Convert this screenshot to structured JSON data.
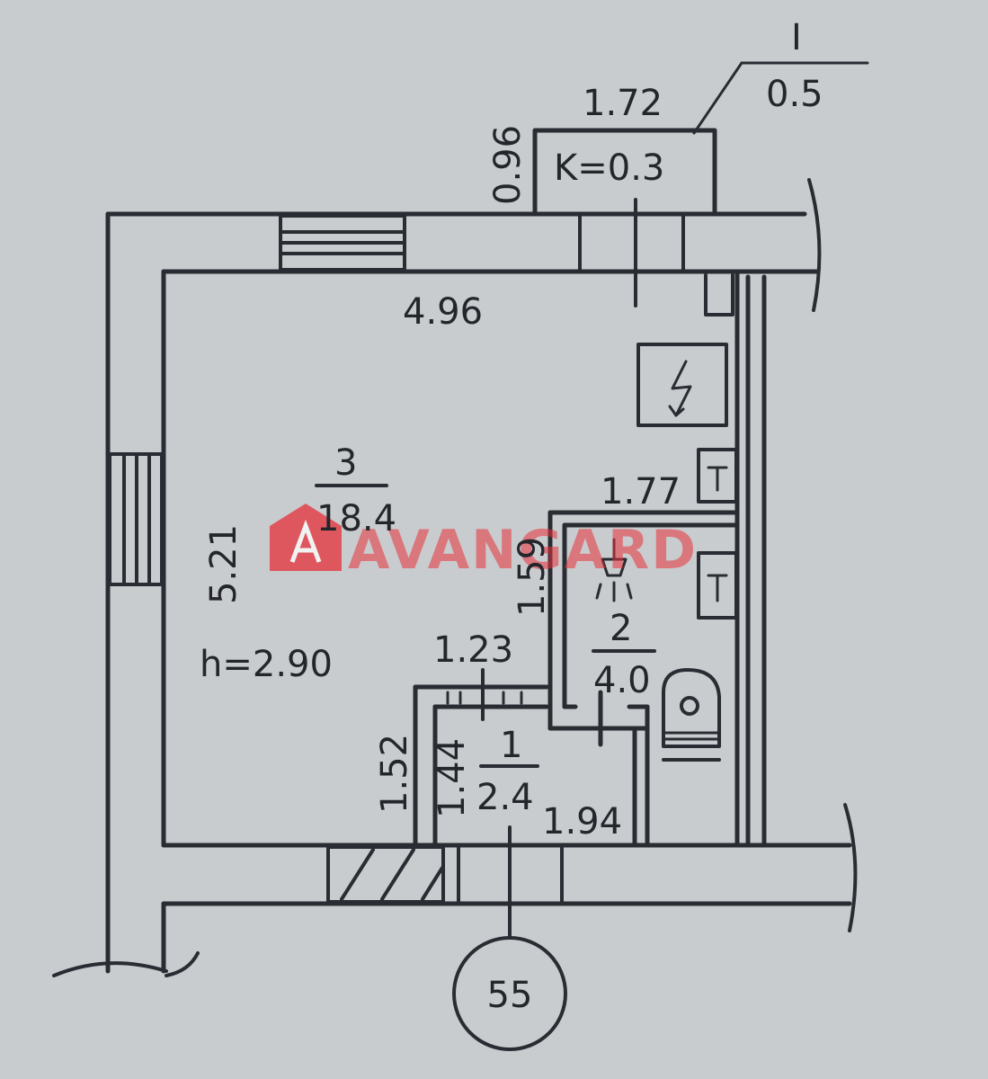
{
  "colors": {
    "paper": "#c9ccce",
    "ink": "#2a2c33",
    "watermark": "#e6313a"
  },
  "balcony": {
    "width_label": "1.72",
    "depth_label": "0.96",
    "coefficient": "K=0.3",
    "callout_top": "I",
    "callout_bottom": "0.5"
  },
  "room3": {
    "number": "3",
    "area": "18.4",
    "width_label": "4.96",
    "length_label": "5.21",
    "height_label": "h=2.90"
  },
  "room2": {
    "number": "2",
    "area": "4.0",
    "width_label": "1.77",
    "length_label": "1.59",
    "icons": [
      "electric-panel-icon",
      "shower-icon",
      "toilet-icon"
    ]
  },
  "room1": {
    "number": "1",
    "area": "2.4",
    "width_label": "1.23",
    "length_label": "1.52",
    "inner_length_label": "1.44",
    "inner_width_label": "1.94"
  },
  "apartment_number": "55",
  "watermark_text": "AVANGARD"
}
